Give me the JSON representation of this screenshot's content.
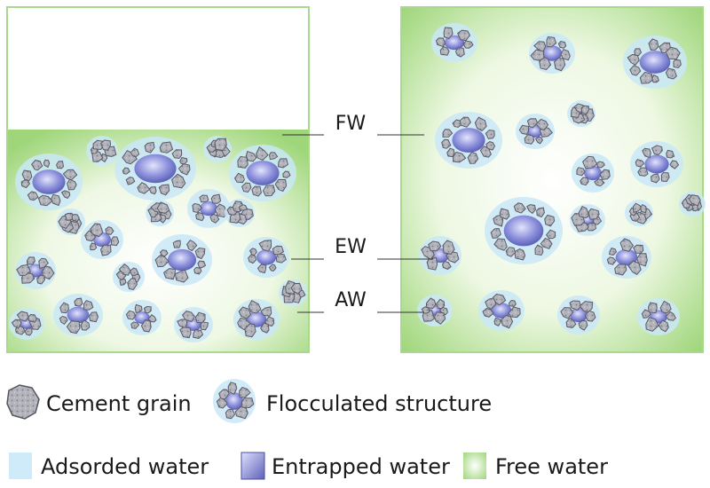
{
  "labels": {
    "fw": "FW",
    "ew": "EW",
    "aw": "AW"
  },
  "legend": {
    "cement_grain": "Cement grain",
    "flocculated_structure": "Flocculated structure",
    "adsorbed_water": "Adsorded water",
    "entrapped_water": "Entrapped water",
    "free_water": "Free water"
  },
  "colors": {
    "free_water": "#9fd67a",
    "adsorbed_water": "#bfe4f7",
    "entrapped_water": "#6f73c9",
    "cement_grain": "#a9a9b3",
    "grain_outline": "#55555f"
  }
}
